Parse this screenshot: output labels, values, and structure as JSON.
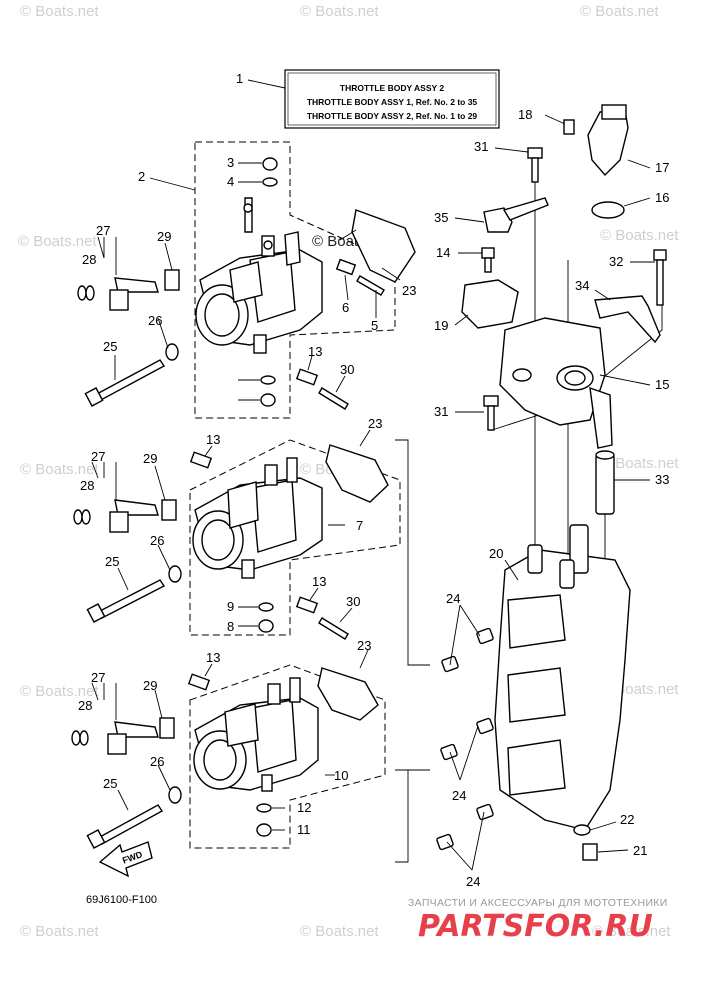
{
  "watermark": "© Boats.net",
  "title_box": {
    "line1": "THROTTLE BODY ASSY 2",
    "line2": "THROTTLE BODY ASSY 1,  Ref. No. 2 to 35",
    "line3": "THROTTLE BODY ASSY 2,  Ref. No. 1 to 29"
  },
  "part_numbers": [
    "1",
    "2",
    "3",
    "4",
    "5",
    "6",
    "7",
    "8",
    "9",
    "10",
    "11",
    "12",
    "13",
    "14",
    "15",
    "16",
    "17",
    "18",
    "19",
    "20",
    "21",
    "22",
    "23",
    "24",
    "25",
    "26",
    "27",
    "28",
    "29",
    "30",
    "31",
    "32",
    "33",
    "34",
    "35"
  ],
  "fwd_label": "FWD",
  "drawing_code": "69J6100-F100",
  "shop": {
    "tagline": "ЗАПЧАСТИ И АКСЕССУАРЫ ДЛЯ МОТОТЕХНИКИ",
    "brand": "PARTSFOR.RU"
  }
}
